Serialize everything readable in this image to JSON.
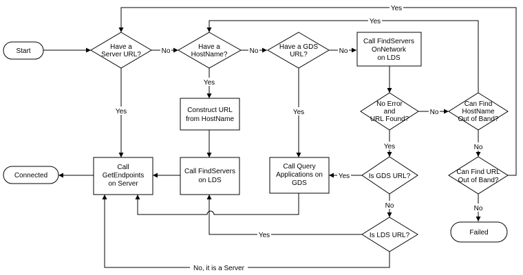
{
  "nodes": {
    "start": "Start",
    "have_server_url": [
      "Have a",
      "Server URL?"
    ],
    "have_hostname": [
      "Have a",
      "HostName?"
    ],
    "have_gds_url": [
      "Have a GDS",
      "URL?"
    ],
    "call_findservers_onnetwork": [
      "Call FindServers",
      "OnNetwork",
      "on LDS"
    ],
    "construct_url": [
      "Construct URL",
      "from HostName"
    ],
    "no_error_url_found": [
      "No Error",
      "and",
      "URL Found?"
    ],
    "can_find_hostname": [
      "Can Find",
      "HostName",
      "Out of Band?"
    ],
    "connected": "Connected",
    "call_getendpoints": [
      "Call",
      "GetEndpoints",
      "on Server"
    ],
    "call_findservers_lds": [
      "Call FindServers",
      "on LDS"
    ],
    "call_query_applications": [
      "Call Query",
      "Applications on",
      "GDS"
    ],
    "is_gds_url": "Is GDS URL?",
    "can_find_url": [
      "Can Find URL",
      "Out of Band?"
    ],
    "is_lds_url": "Is LDS URL?",
    "failed": "Failed"
  },
  "edge_labels": {
    "server_no": "No",
    "server_yes": "Yes",
    "hostname_no": "No",
    "hostname_yes": "Yes",
    "gds_no": "No",
    "gds_yes": "Yes",
    "noerror_no": "No",
    "noerror_yes": "Yes",
    "isgds_yes": "Yes",
    "isgds_no": "No",
    "canhost_no": "No",
    "canhost_yes": "Yes",
    "canurl_no": "No",
    "canurl_yes": "Yes",
    "islds_yes": "Yes",
    "islds_server": "No, it is a Server"
  }
}
